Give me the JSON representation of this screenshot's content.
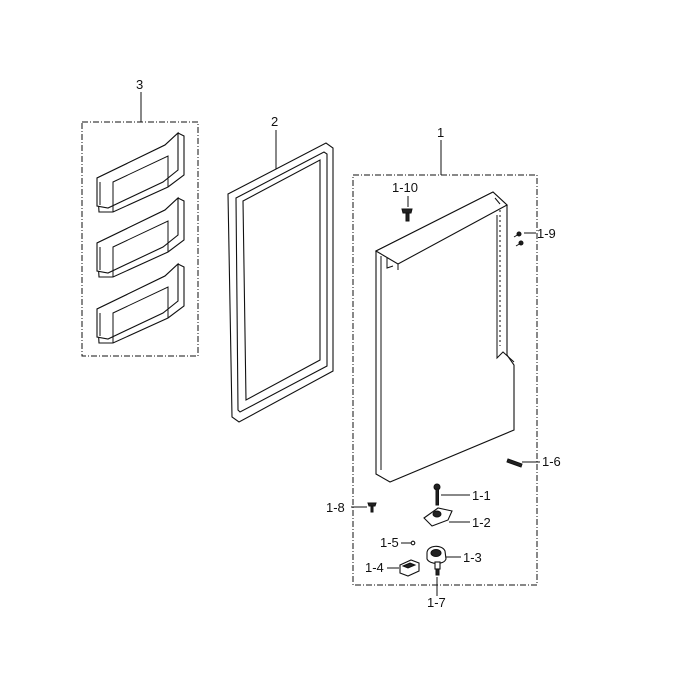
{
  "diagram": {
    "labels": {
      "p1": "1",
      "p2": "2",
      "p3": "3",
      "p1_1": "1-1",
      "p1_2": "1-2",
      "p1_3": "1-3",
      "p1_4": "1-4",
      "p1_5": "1-5",
      "p1_6": "1-6",
      "p1_7": "1-7",
      "p1_8": "1-8",
      "p1_9": "1-9",
      "p1_10": "1-10"
    }
  }
}
